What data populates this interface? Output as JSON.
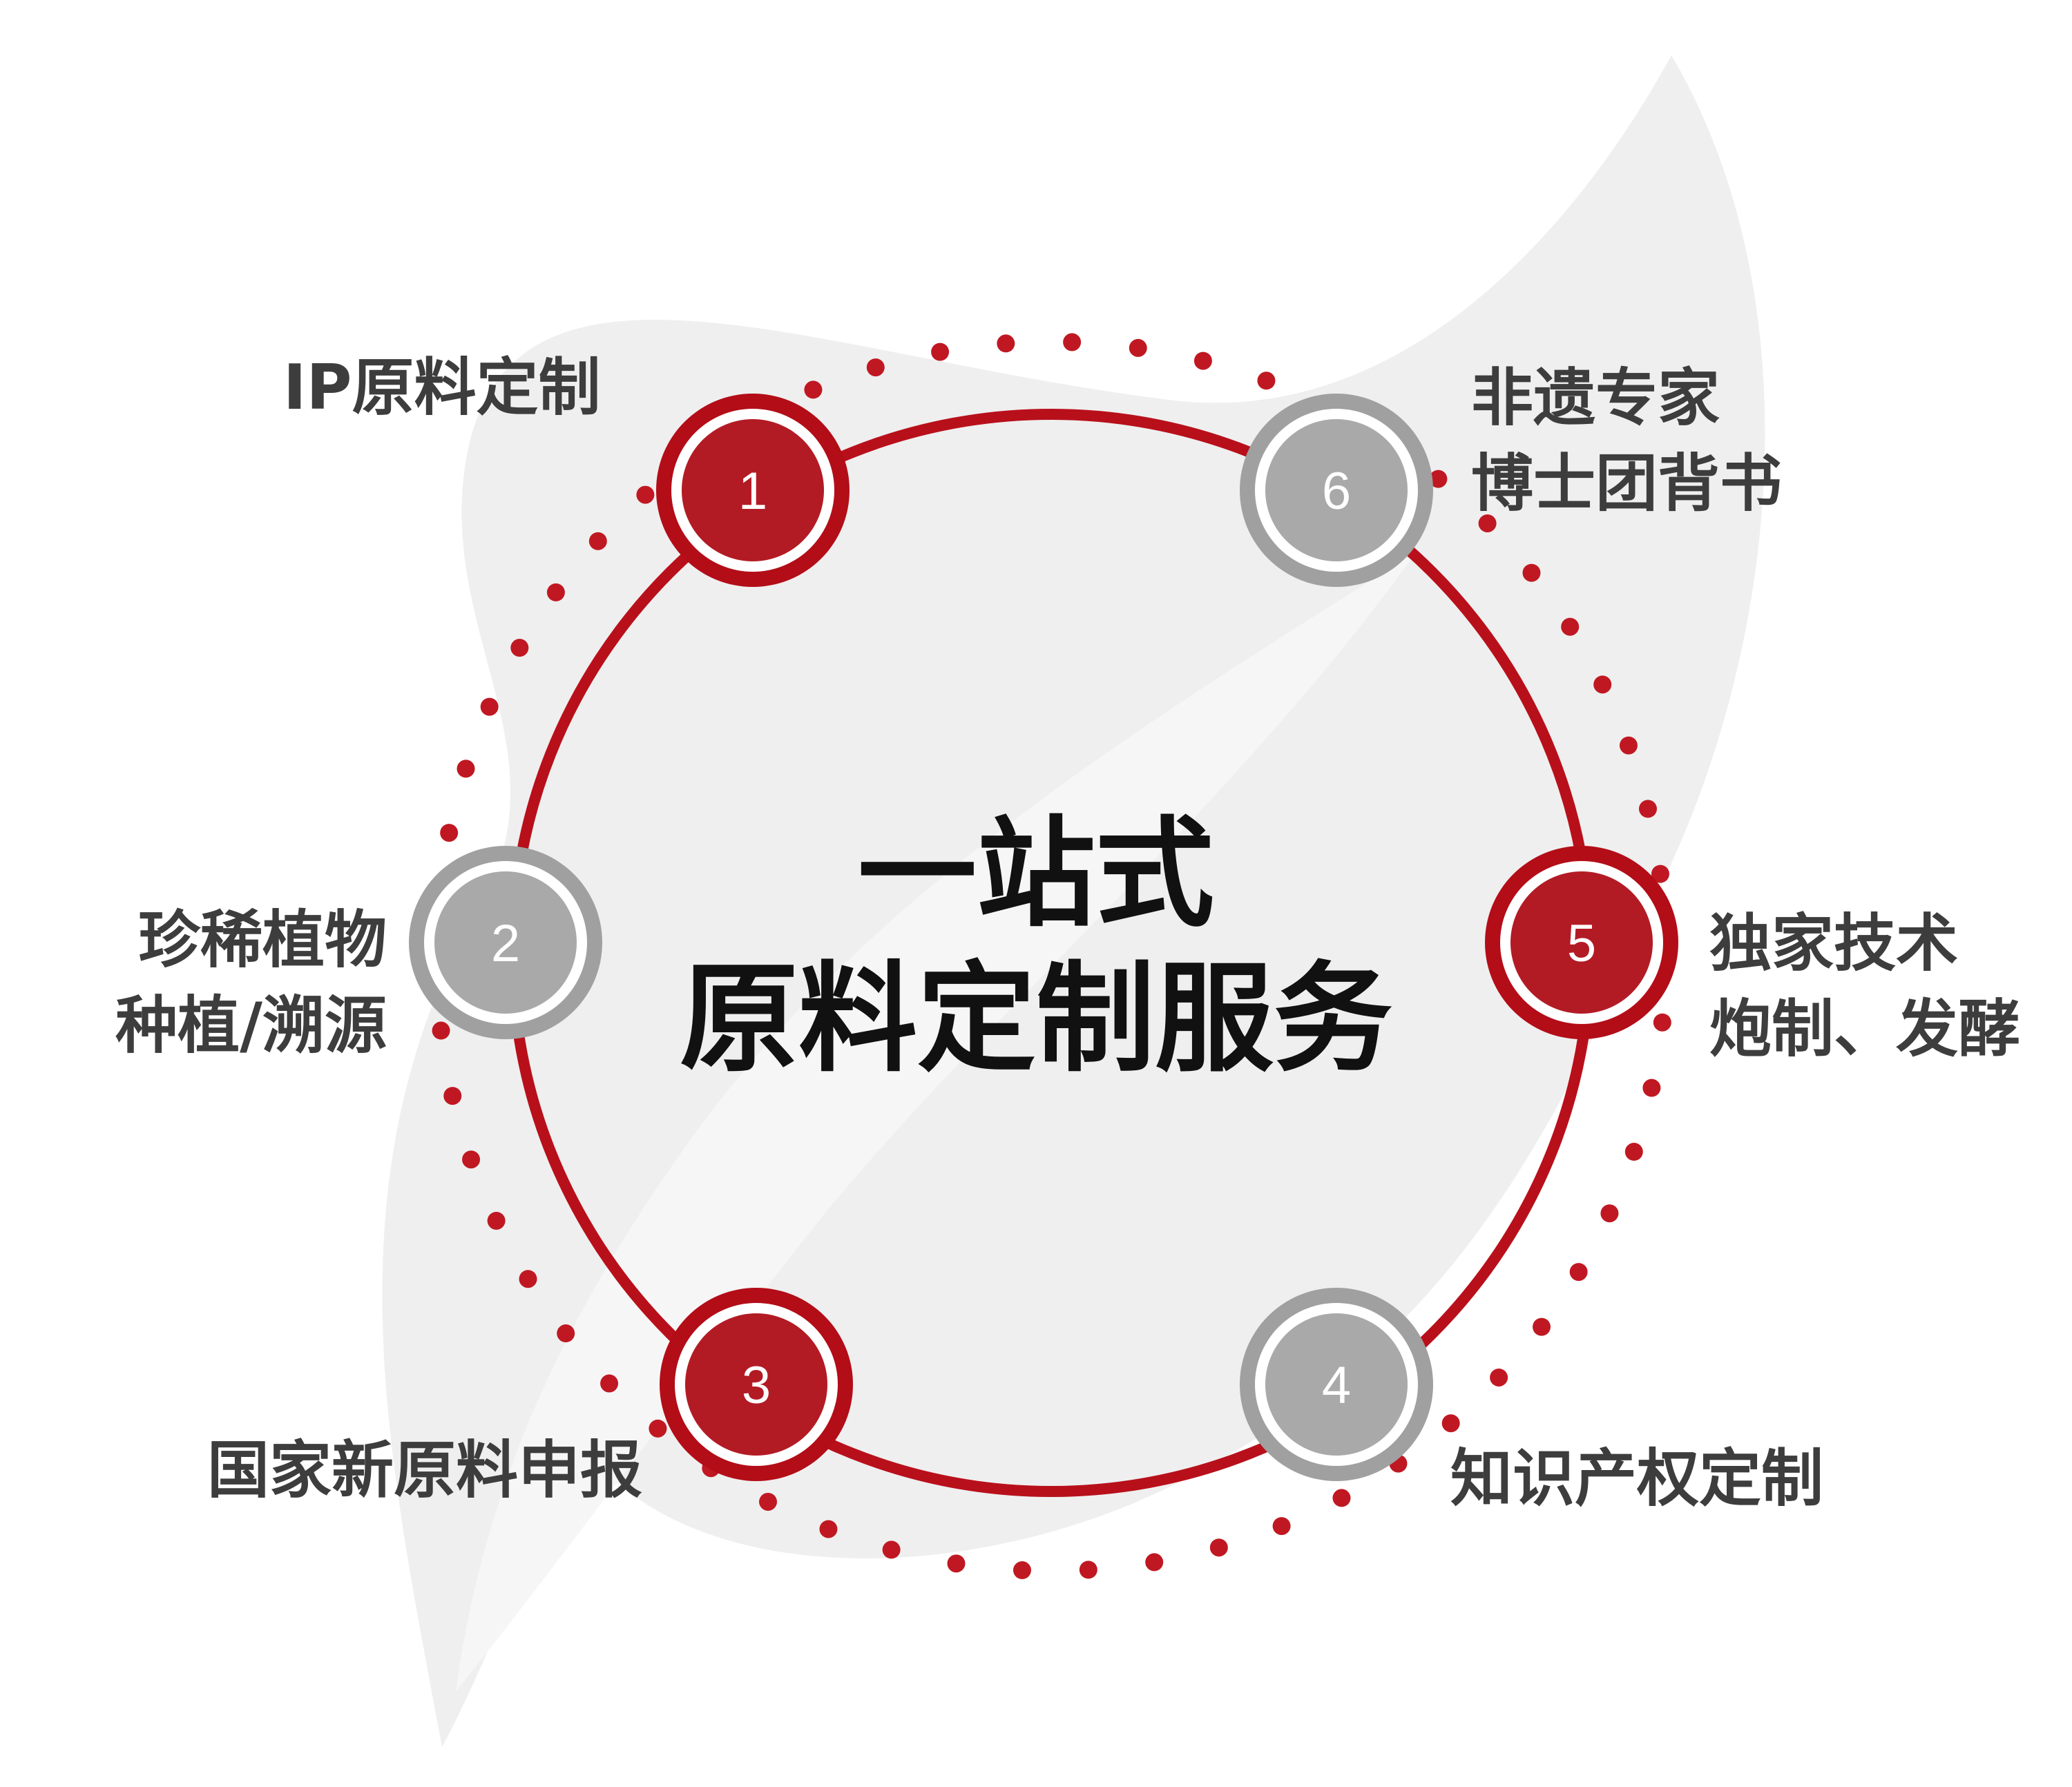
{
  "title": {
    "line1": "一站式",
    "line2": "原料定制服务"
  },
  "nodes": [
    {
      "number": "1",
      "style": "red",
      "label_lines": [
        "IP原料定制"
      ]
    },
    {
      "number": "2",
      "style": "gray",
      "label_lines": [
        "珍稀植物",
        "种植/溯源"
      ]
    },
    {
      "number": "3",
      "style": "red",
      "label_lines": [
        "国家新原料申报"
      ]
    },
    {
      "number": "4",
      "style": "gray",
      "label_lines": [
        "知识产权定制"
      ]
    },
    {
      "number": "5",
      "style": "red",
      "label_lines": [
        "独家技术",
        "炮制、发酵"
      ]
    },
    {
      "number": "6",
      "style": "gray",
      "label_lines": [
        "非遗专家",
        "博士团背书"
      ]
    }
  ],
  "colors": {
    "red": "#b8101b",
    "red_fill": "#b31b24",
    "gray": "#a9a9a9",
    "label_text": "#3d3d3d",
    "title_text": "#111111",
    "background_shape": "#ececec"
  }
}
